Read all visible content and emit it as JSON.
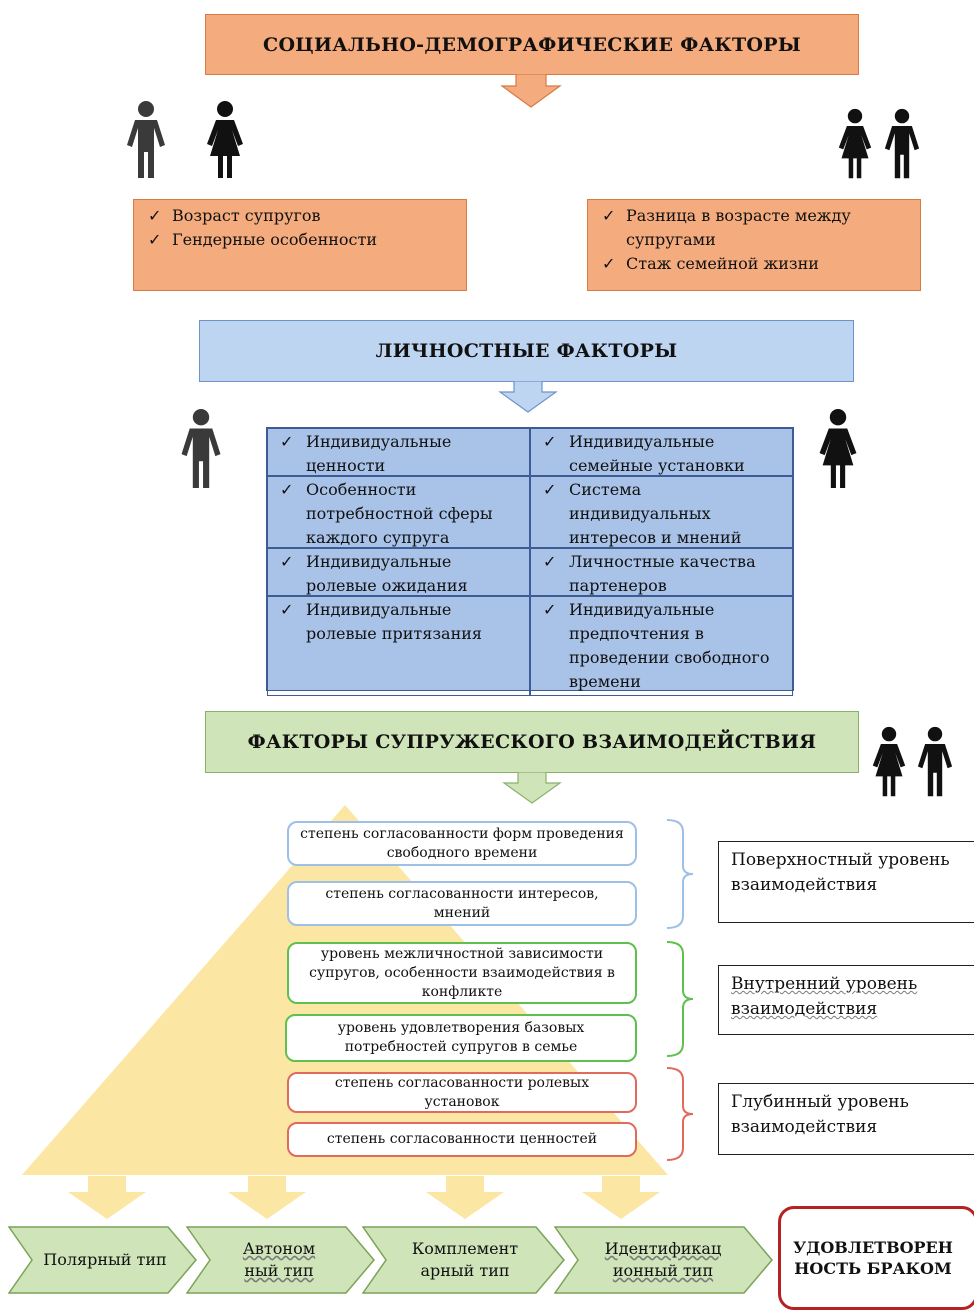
{
  "top_banner": "СОЦИАЛЬНО-ДЕМОГРАФИЧЕСКИЕ ФАКТОРЫ",
  "left_socio": [
    "Возраст супругов",
    "Гендерные особенности"
  ],
  "right_socio": [
    "Разница в возрасте между супругами",
    "Стаж семейной жизни"
  ],
  "personal_banner": "ЛИЧНОСТНЫЕ ФАКТОРЫ",
  "personal_grid": [
    "Индивидуальные ценности",
    "Индивидуальные семейные установки",
    "Особенности потребностной сферы каждого супруга",
    "Система индивидуальных интересов и мнений",
    "Индивидуальные ролевые ожидания",
    "Личностные качества партенеров",
    "Индивидуальные ролевые притязания",
    "Индивидуальные предпочтения в проведении свободного времени"
  ],
  "interaction_banner": "ФАКТОРЫ СУПРУЖЕСКОГО ВЗАИМОДЕЙСТВИЯ",
  "levels": [
    "степень согласованности форм проведения свободного времени",
    "степень согласованности интересов, мнений",
    "уровень межличностной зависимости супругов, особенности взаимодействия в конфликте",
    "уровень удовлетворения базовых потребностей супругов в семье",
    "степень согласованности ролевых установок",
    "степень согласованности ценностей"
  ],
  "level_groups": [
    "Поверхностный уровень взаимодействия",
    "Внутренний уровень взаимодействия",
    "Глубинный уровень взаимодействия"
  ],
  "types": [
    "Полярный тип",
    "Автоном ный тип",
    "Комплемент арный тип",
    "Идентификац ионный тип"
  ],
  "result": "УДОВЛЕТВОРЕН НОСТЬ БРАКОМ",
  "colors": {
    "orange": "#f4ab7e",
    "blue": "#bed5f1",
    "grid_blue": "#a8c2e8",
    "green": "#cfe4b9",
    "pyramid": "#fbe6a3",
    "surface_bracket": "#9dc0e6",
    "inner_bracket": "#5fbf4f",
    "deep_bracket": "#e06a5e",
    "result_border": "#b42222"
  },
  "icons": [
    "man-icon",
    "woman-icon",
    "couple-icon"
  ]
}
